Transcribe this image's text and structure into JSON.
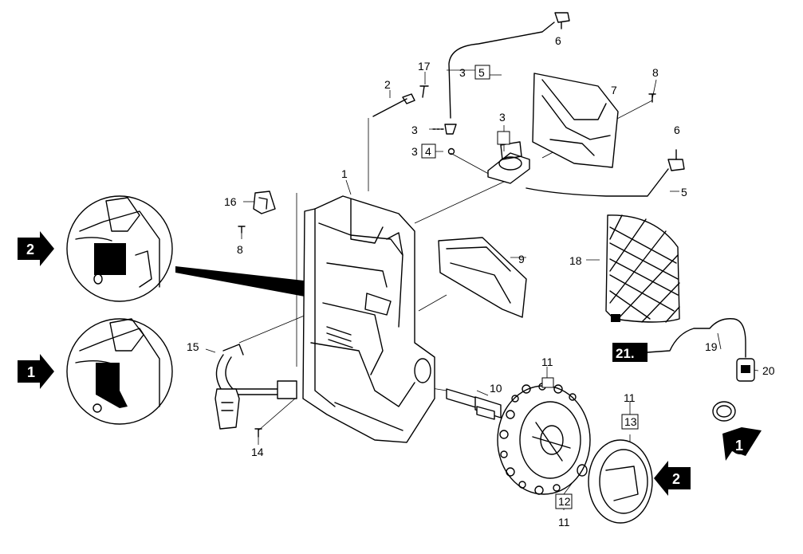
{
  "callouts": {
    "c1": "1",
    "c2": "2",
    "c3a": "3",
    "c3b": "3",
    "c3c": "3",
    "c3d": "3",
    "c4box": "4",
    "c5box": "5",
    "c5": "5",
    "c6a": "6",
    "c6b": "6",
    "c7": "7",
    "c8a": "8",
    "c8b": "8",
    "c9": "9",
    "c10": "10",
    "c11a": "11",
    "c11b": "11",
    "c11c": "11",
    "c12box": "12",
    "c13box": "13",
    "c14": "14",
    "c15": "15",
    "c16": "16",
    "c17": "17",
    "c18": "18",
    "c19": "19",
    "c20": "20"
  },
  "badge": {
    "text": "21."
  },
  "arrows": {
    "left_top": "2",
    "left_bottom": "1",
    "right_top": "1",
    "right_bottom": "2"
  },
  "colors": {
    "ink": "#000000",
    "paper": "#ffffff"
  }
}
